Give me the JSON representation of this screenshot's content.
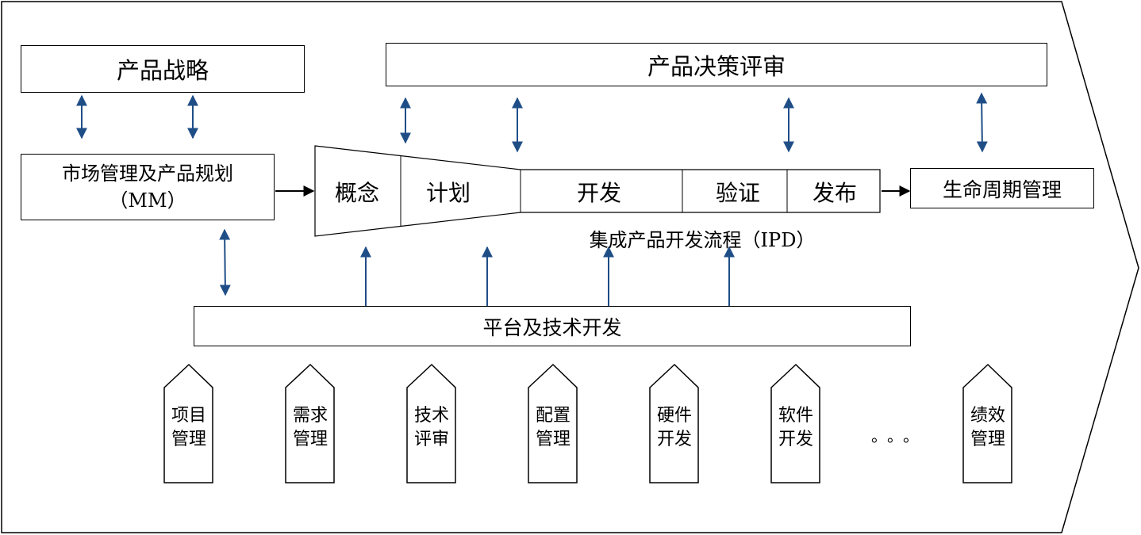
{
  "top": {
    "strategy": "产品战略",
    "decision_review": "产品决策评审"
  },
  "left": {
    "mm_line1": "市场管理及产品规划",
    "mm_line2": "（MM）"
  },
  "ipd": {
    "phases": [
      "概念",
      "计划",
      "开发",
      "验证",
      "发布"
    ],
    "caption": "集成产品开发流程（IPD）"
  },
  "right": {
    "lifecycle": "生命周期管理"
  },
  "platform": "平台及技术开发",
  "supports": [
    "项目\n管理",
    "需求\n管理",
    "技术\n评审",
    "配置\n管理",
    "硬件\n开发",
    "软件\n开发",
    "绩效\n管理"
  ],
  "ellipsis": "。。。",
  "colors": {
    "arrow": "#1f4e87",
    "line": "#000000"
  }
}
